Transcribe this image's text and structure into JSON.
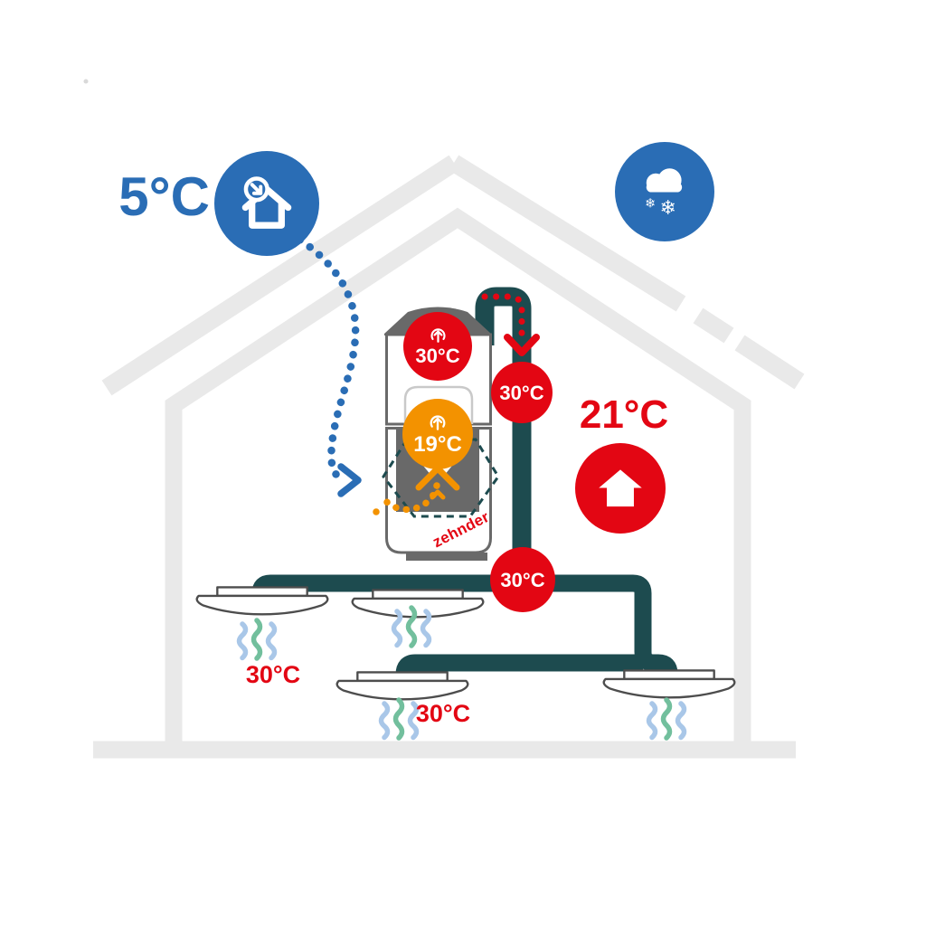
{
  "labels": {
    "outdoor_temp": "5°C",
    "indoor_temp": "21°C",
    "unit_supply_temp": "30°C",
    "unit_extract_temp": "19°C",
    "duct_supply_temp": "30°C",
    "duct_junction_temp": "30°C",
    "room_temp_left": "30°C",
    "room_temp_center": "30°C",
    "brand_logo": "zehnder"
  },
  "icons": {
    "outdoor_intake": "house-with-intake-arrow-icon",
    "weather": "snow-cloud-icon",
    "indoor": "warm-house-icon",
    "supply_arrow": "up-arrow-ring-icon",
    "extract_arrow": "up-arrow-ring-icon",
    "duct_flow_arrow": "down-chevron-arrow-icon",
    "intake_flow_arrow": "right-chevron-arrow-icon",
    "room_air": "warm-air-waves-icon"
  },
  "colors": {
    "brand_red": "#e30613",
    "cold_blue": "#2a6db5",
    "warm_orange": "#f39200",
    "duct_teal": "#1d4b4f",
    "house_gray": "#e9e9e9",
    "unit_gray": "#696969",
    "wave_blue": "#a9c7e8",
    "wave_green": "#72bf9d"
  }
}
